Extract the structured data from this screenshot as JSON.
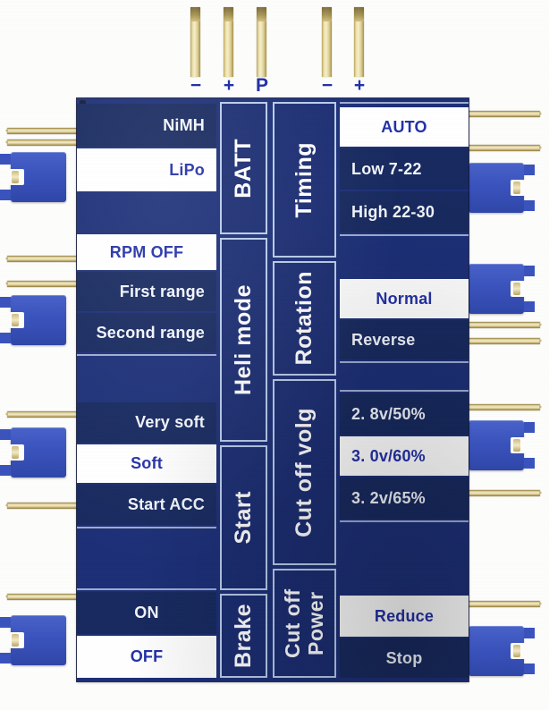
{
  "device": {
    "title": "Brushless ESC programming card",
    "board_color": "#1c2f77",
    "selected_text_color": "#2331a8",
    "unselected_text_color": "#f2f5fb",
    "selected_bg_color": "#ffffff",
    "unselected_bg_color": "#17295f"
  },
  "pin_header": {
    "labels": [
      "−",
      "+",
      "P",
      "−",
      "+"
    ]
  },
  "groups": [
    {
      "category_left": "BATT",
      "category_right": "Timing",
      "left_options": [
        {
          "label": "NiMH",
          "selected": false
        },
        {
          "label": "LiPo",
          "selected": true
        }
      ],
      "right_options": [
        {
          "label": "AUTO",
          "selected": true
        },
        {
          "label": "Low 7-22",
          "selected": false
        },
        {
          "label": "High 22-30",
          "selected": false
        }
      ]
    },
    {
      "category_left": "Heli mode",
      "category_right": "Rotation",
      "left_options": [
        {
          "label": "RPM OFF",
          "selected": true
        },
        {
          "label": "First range",
          "selected": false
        },
        {
          "label": "Second  range",
          "selected": false
        }
      ],
      "right_options": [
        {
          "label": "Normal",
          "selected": true
        },
        {
          "label": "Reverse",
          "selected": false
        }
      ]
    },
    {
      "category_left": "Start",
      "category_right": "Cut off volg",
      "left_options": [
        {
          "label": "Very soft",
          "selected": false
        },
        {
          "label": "Soft",
          "selected": true
        },
        {
          "label": "Start ACC",
          "selected": false
        }
      ],
      "right_options": [
        {
          "label": "2. 8v/50%",
          "selected": false
        },
        {
          "label": "3. 0v/60%",
          "selected": true
        },
        {
          "label": "3. 2v/65%",
          "selected": false
        }
      ]
    },
    {
      "category_left": "Brake",
      "category_right": "Cut off Power",
      "left_options": [
        {
          "label": "ON",
          "selected": false
        },
        {
          "label": "OFF",
          "selected": true
        }
      ],
      "right_options": [
        {
          "label": "Reduce",
          "selected": true
        },
        {
          "label": "Stop",
          "selected": false
        }
      ]
    }
  ]
}
